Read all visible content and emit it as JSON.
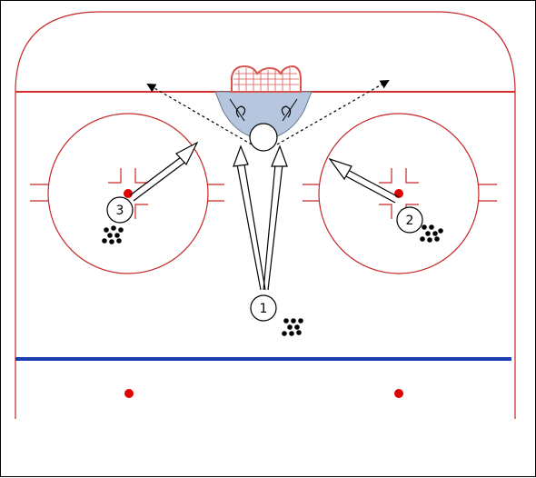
{
  "colors": {
    "boards": "#c62828",
    "goal_line": "#d32f2f",
    "blue_line": "#1a3cb0",
    "faceoff_dot": "#e00000",
    "crease_fill": "#b6c6de",
    "net": "#d9534f",
    "arrow": "#000000"
  },
  "players": [
    {
      "id": "player-1",
      "label": "1"
    },
    {
      "id": "player-2",
      "label": "2"
    },
    {
      "id": "player-3",
      "label": "3"
    }
  ],
  "icons": [
    "puck-pile-icon",
    "skate-arrow-icon",
    "pass-arrow-icon",
    "goal-net-icon"
  ]
}
